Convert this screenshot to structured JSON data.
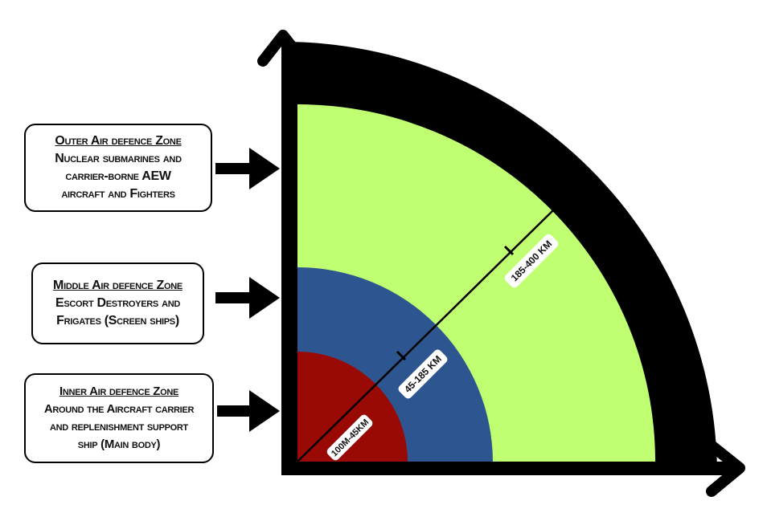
{
  "zones": [
    {
      "title": "Outer Air defence Zone",
      "lines": [
        "Nuclear submarines and",
        "carrier-borne AEW",
        "aircraft and Fighters"
      ],
      "range": "185-400 KM",
      "color": "#c1ff72"
    },
    {
      "title": "Middle Air defence Zone",
      "lines": [
        "Escort Destroyers and",
        "Frigates (Screen ships)"
      ],
      "range": "45-185 KM",
      "color": "#2d5690"
    },
    {
      "title": "Inner Air defence Zone",
      "lines": [
        "Around the Aircraft carrier",
        "and replenishment support",
        "ship (Main body)"
      ],
      "range": "100M-45KM",
      "color": "#990a04"
    }
  ]
}
